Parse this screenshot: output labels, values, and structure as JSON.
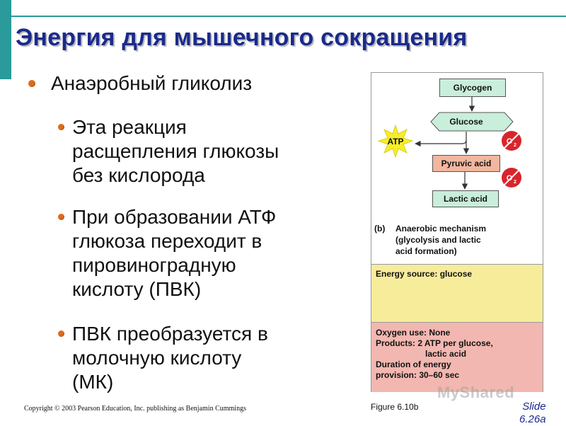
{
  "slide": {
    "title": "Энергия для мышечного сокращения",
    "bullet_main": "Анаэробный гликолиз",
    "sub1_lines": [
      "Эта реакция",
      "расщепления глюкозы",
      "без кислорода"
    ],
    "sub2_lines": [
      "При образовании АТФ",
      "глюкоза переходит в",
      "пировиноградную",
      "кислоту (ПВК)"
    ],
    "sub3_lines": [
      "ПВК преобразуется в",
      "молочную кислоту",
      "(МК)"
    ],
    "footer": "Copyright © 2003 Pearson Education, Inc. publishing as Benjamin Cummings",
    "figure_label": "Figure 6.10b",
    "slide_label_lines": [
      "Slide",
      "6.26a"
    ]
  },
  "figure": {
    "glycogen": "Glycogen",
    "glucose": "Glucose",
    "atp": "ATP",
    "pyruvic": "Pyruvic acid",
    "lactic": "Lactic acid",
    "o2": "O",
    "o2_sub": "2",
    "mech_tag": "(b)",
    "mech_lines": [
      "Anaerobic mechanism",
      "(glycolysis and lactic",
      "acid formation)"
    ],
    "energy_source": "Energy source: glucose",
    "oxygen_use": "Oxygen use: None",
    "products_lines": [
      "Products: 2 ATP per glucose,",
      "lactic acid"
    ],
    "duration_lines": [
      "Duration of energy",
      "provision: 30–60 sec"
    ],
    "colors": {
      "glycogen_box": "#c9eedb",
      "glucose_box": "#c9eedb",
      "pyruvic_box": "#f2b79e",
      "lactic_box": "#c9eedb",
      "atp_star": "#f7ee2a",
      "no_o2": "#d8252c",
      "energy_panel": "#f6ec9a",
      "details_panel": "#f2b7b0"
    }
  },
  "watermark": "MyShared",
  "theme": {
    "title_color": "#1a2a8c",
    "accent": "#2a9a9a",
    "bullet": "#e06a1c"
  }
}
